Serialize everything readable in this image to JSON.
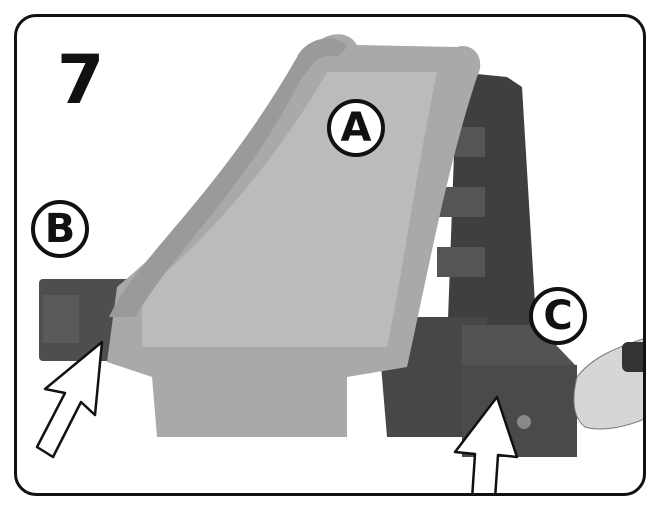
{
  "step_number": "7",
  "callouts": {
    "a": "A",
    "b": "B",
    "c": "C"
  },
  "colors": {
    "slide": "#a9a9a9",
    "base": "#4a4a4a",
    "frame": "#111111"
  },
  "icons": [
    "arrow-icon",
    "arrow-icon"
  ]
}
